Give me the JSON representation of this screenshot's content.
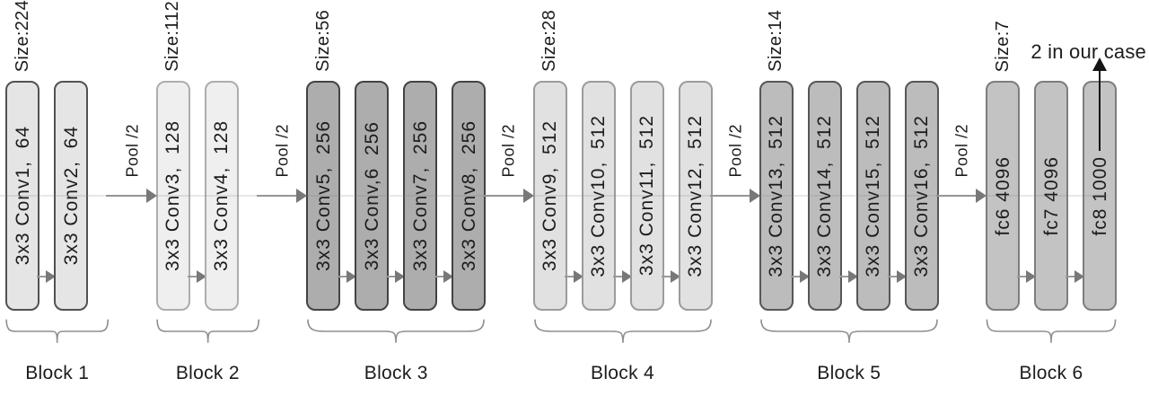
{
  "figure": {
    "annotation": "2 in our case",
    "pool_label": "Pool /2"
  },
  "colors": {
    "arrow_line": "#9a9a9a",
    "arrow_head": "#787878",
    "output_arrow": "#141414",
    "brace": "#8f8f8f",
    "text": "#1c1c1c"
  },
  "blocks": [
    {
      "label": "Block 1",
      "size_label": "Size:224",
      "fill": "#e5e5e5",
      "border": "#525252",
      "layers": [
        "3x3 Conv1,  64",
        "3x3 Conv2,  64"
      ]
    },
    {
      "label": "Block 2",
      "size_label": "Size:112",
      "fill": "#efefef",
      "border": "#adadad",
      "layers": [
        "3x3 Conv3,  128",
        "3x3 Conv4,  128"
      ]
    },
    {
      "label": "Block 3",
      "size_label": "Size:56",
      "fill": "#adadad",
      "border": "#434343",
      "layers": [
        "3x3 Conv5,  256",
        "3x3 Conv,6  256",
        "3x3 Conv7,  256",
        "3x3 Conv8,  256"
      ]
    },
    {
      "label": "Block 4",
      "size_label": "Size:28",
      "fill": "#e1e1e1",
      "border": "#9b9b9b",
      "layers": [
        "3x3 Conv9,  512",
        "3x3 Conv10,  512",
        "3x3 Conv11,  512",
        "3x3 Conv12,  512"
      ]
    },
    {
      "label": "Block 5",
      "size_label": "Size:14",
      "fill": "#bcbcbc",
      "border": "#565656",
      "layers": [
        "3x3 Conv13,  512",
        "3x3 Conv14,  512",
        "3x3 Conv15,  512",
        "3x3 Conv16,  512"
      ]
    },
    {
      "label": "Block 6",
      "size_label": "Size:7",
      "fill": "#c3c3c3",
      "border": "#7d7d7d",
      "layers": [
        "fc6 4096",
        "fc7 4096",
        "fc8 1000"
      ]
    }
  ]
}
